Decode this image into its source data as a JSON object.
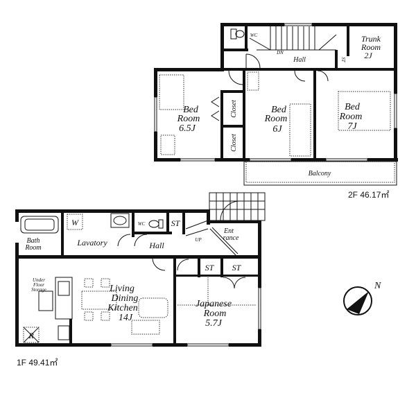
{
  "floor2": {
    "area_label": "2F 46.17㎡",
    "rooms": {
      "wc": "WC",
      "dn": "DN",
      "hall": "Hall",
      "st": "ST",
      "trunk_room": [
        "Trunk",
        "Room",
        "2J"
      ],
      "bed_room_1": [
        "Bed",
        "Room",
        "6.5J"
      ],
      "closet_1": "Closet",
      "closet_2": "Closet",
      "bed_room_2": [
        "Bed",
        "Room",
        "6J"
      ],
      "bed_room_3": [
        "Bed",
        "Room",
        "7J"
      ],
      "balcony": "Balcony"
    }
  },
  "floor1": {
    "area_label": "1F 49.41㎡",
    "rooms": {
      "bath_room": [
        "Bath",
        "Room"
      ],
      "w": "W",
      "lavatory": "Lavatory",
      "wc": "WC",
      "st_1": "ST",
      "hall": "Hall",
      "up": "UP",
      "entrance": [
        "Ent",
        "rance"
      ],
      "st_2": "ST",
      "st_3": "ST",
      "under_floor_storage": [
        "Under",
        "Floor",
        "Storage"
      ],
      "ldk": [
        "Living",
        "Dining",
        "Kitchen",
        "14J"
      ],
      "japanese_room": [
        "Japanese",
        "Room",
        "5.7J"
      ],
      "r": "R"
    }
  },
  "compass": {
    "north_label": "N"
  }
}
